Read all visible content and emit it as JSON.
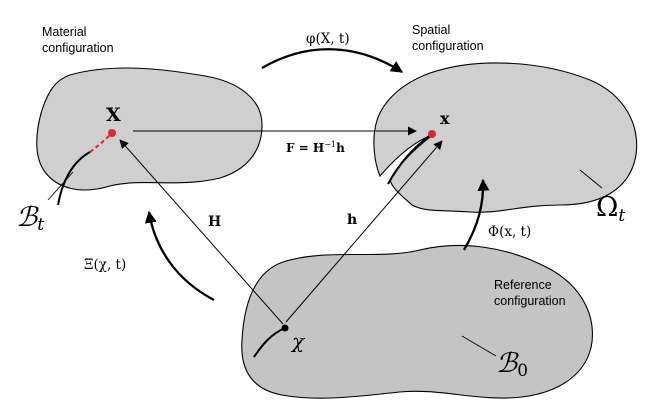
{
  "colors": {
    "region_fill": "#cfcfcf",
    "reference_fill": "#c4c4c4",
    "outline": "#000000",
    "highlight_point": "#e0262f",
    "dashed_curve": "#e0262f"
  },
  "labels": {
    "material_configuration": [
      "Material",
      "configuration"
    ],
    "spatial_configuration": [
      "Spatial",
      "configuration"
    ],
    "reference_configuration": [
      "Reference",
      "configuration"
    ],
    "point_X": "X",
    "point_x": "x",
    "point_chi": "χ",
    "region_Bt": {
      "base": "ℬ",
      "sub": "t"
    },
    "region_Omega": {
      "base": "Ω",
      "sub": "t"
    },
    "region_B0": {
      "base": "ℬ",
      "sub": "0"
    },
    "map_phi": "φ(X, t)",
    "map_F": {
      "lhs": "F = H",
      "sup": "−1",
      "rhs": "h"
    },
    "map_H": "H",
    "map_h": "h",
    "map_Xi": "Ξ(χ, t)",
    "map_Phi": "Φ(x, t)"
  },
  "icons": [
    "arrowhead-icon"
  ]
}
